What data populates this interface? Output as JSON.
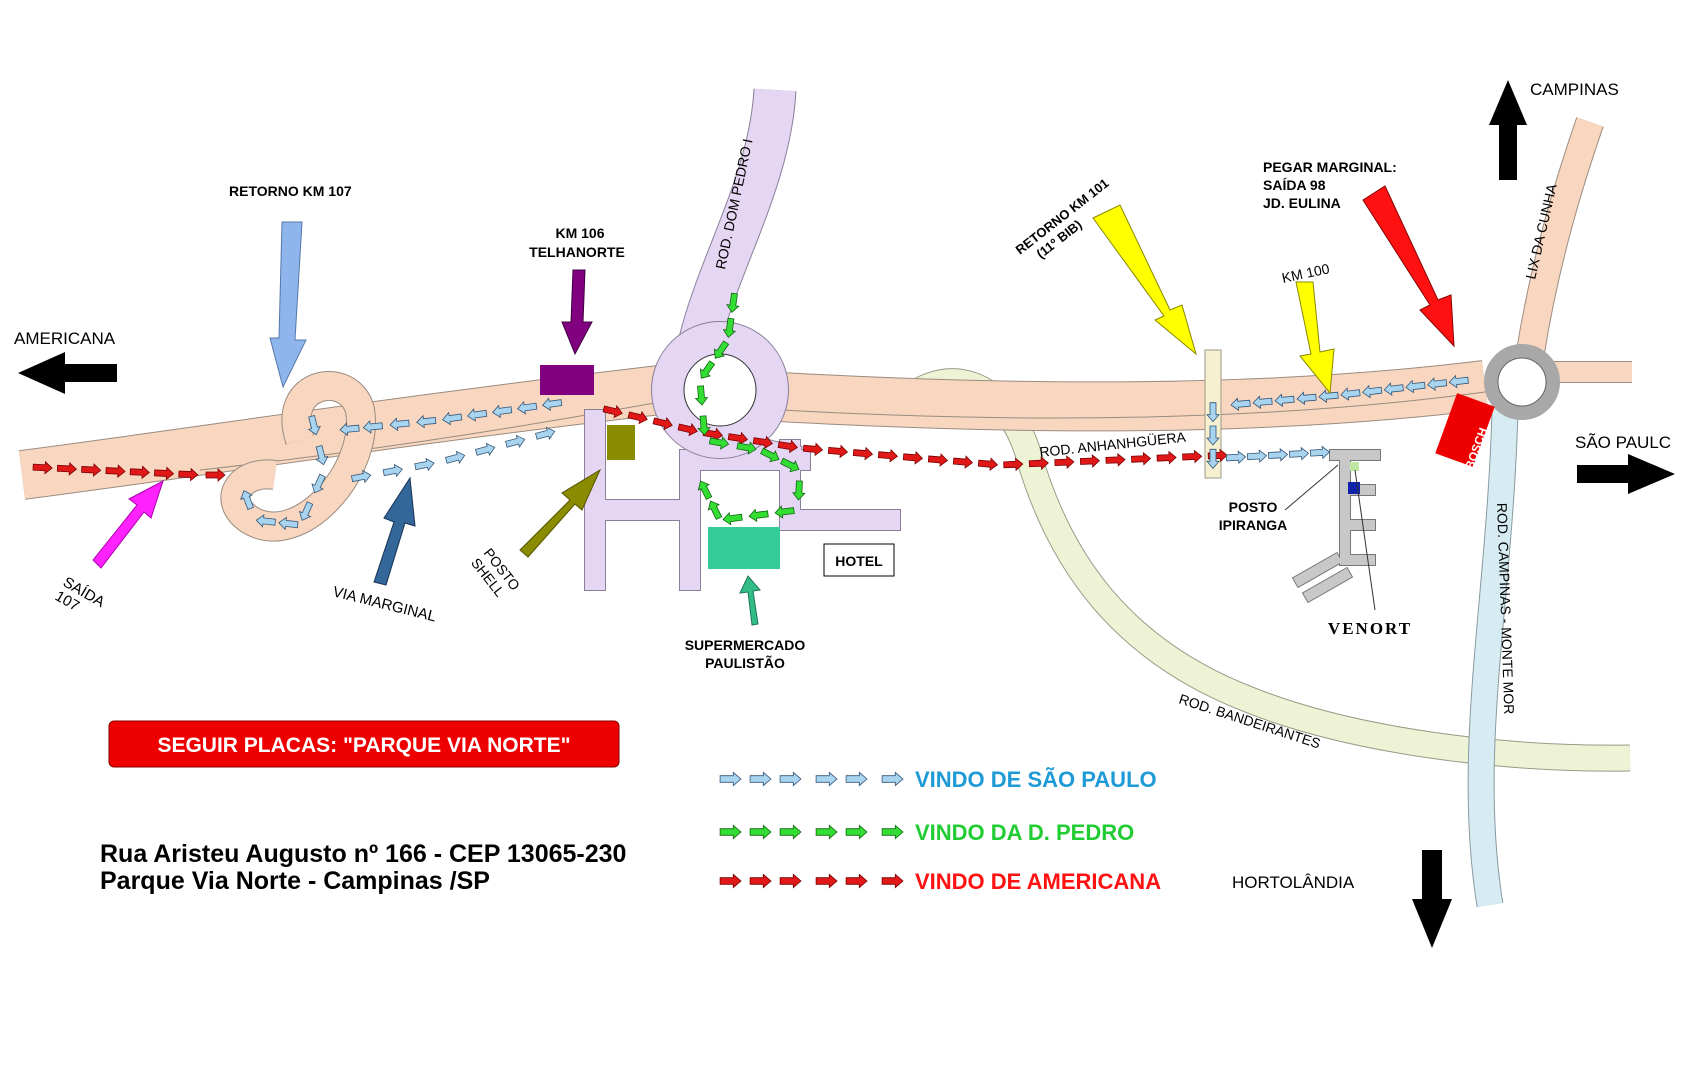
{
  "labels": {
    "americana": "AMERICANA",
    "campinas": "CAMPINAS",
    "sao_paulo": "SÃO PAULC",
    "hortolandia": "HORTOLÂNDIA",
    "retorno_107": "RETORNO KM 107",
    "km106_line1": "KM 106",
    "km106_line2": "TELHANORTE",
    "saida_line1": "SAÍDA",
    "saida_line2": "107",
    "via_marginal": "VIA MARGINAL",
    "posto_shell_line1": "POSTO",
    "posto_shell_line2": "SHELL",
    "hotel": "HOTEL",
    "supermercado_line1": "SUPERMERCADO",
    "supermercado_line2": "PAULISTÃO",
    "retorno_101_line1": "RETORNO KM 101",
    "retorno_101_line2": "(11º BIB)",
    "km100": "KM 100",
    "pegar_line1": "PEGAR MARGINAL:",
    "pegar_line2": "SAÍDA 98",
    "pegar_line3": "JD. EULINA",
    "posto_ipiranga_line1": "POSTO",
    "posto_ipiranga_line2": "IPIRANGA",
    "venort": "VENORT",
    "bosch": "BOSCH"
  },
  "roads": {
    "dom_pedro": "ROD. DOM PEDRO I",
    "anhanguera": "ROD. ANHANHGÜERA",
    "bandeirantes": "ROD. BANDEIRANTES",
    "campinas_monte_mor": "ROD. CAMPINAS - MONTE MOR",
    "lix_da_cunha": "LIX DA CUNHA"
  },
  "notice": "SEGUIR PLACAS: \"PARQUE VIA NORTE\"",
  "address": {
    "line1": "Rua Aristeu Augusto nº 166 - CEP 13065-230",
    "line2": "Parque Via Norte - Campinas /SP"
  },
  "legend": [
    {
      "label": "VINDO DE SÃO PAULO",
      "color": "#1e9bd7",
      "arrow_color": "#a8d4f0"
    },
    {
      "label": "VINDO DA D. PEDRO",
      "color": "#22cc33",
      "arrow_color": "#33dd33"
    },
    {
      "label": "VINDO DE AMERICANA",
      "color": "#ff1111",
      "arrow_color": "#e01818"
    }
  ],
  "colors": {
    "anhanguera": "#f8d6bf",
    "dom_pedro": "#e5d6f3",
    "bandeirantes": "#eff3d6",
    "campinas_monte_mor": "#d6ecf2",
    "roundabout_gray": "#a8a8a8",
    "retorno_107_arrow": "#8fb6ec",
    "telhanorte": "#800080",
    "saida_arrow": "#ff22ff",
    "marginal_arrow": "#336699",
    "shell_arrow": "#8b8b00",
    "supermercado": "#33cc99",
    "yellow_arrow": "#ffff00",
    "red_arrow": "#ff1111",
    "bosch": "#ee0000",
    "notice_bg": "#ee0000"
  }
}
